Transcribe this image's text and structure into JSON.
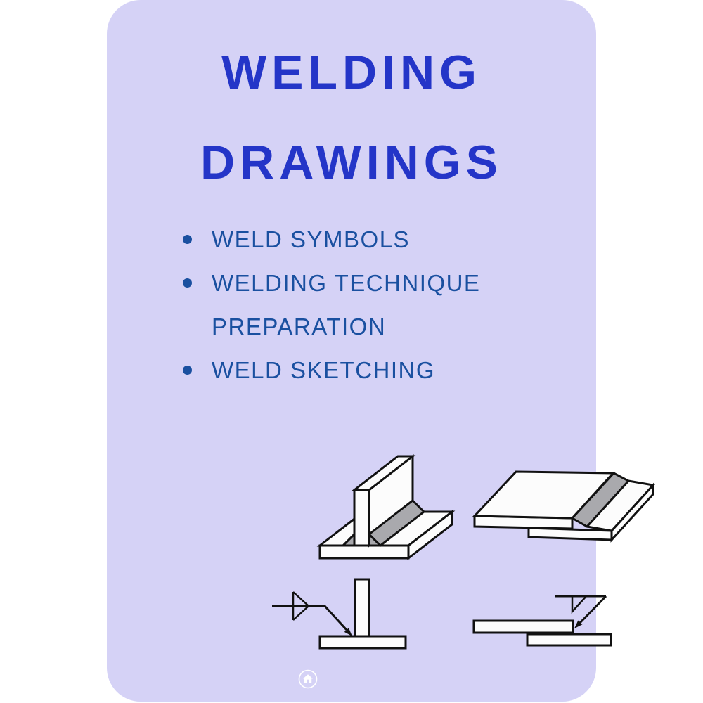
{
  "card": {
    "background": "#d5d2f6",
    "title": {
      "line1": "WELDING",
      "line2": "DRAWINGS",
      "color": "#2435c8"
    },
    "bullets": {
      "color": "#1a50a0",
      "items": [
        "WELD SYMBOLS",
        "WELDING TECHNIQUE PREPARATION",
        "WELD SKETCHING"
      ]
    },
    "illustrations": [
      {
        "name": "t-joint-fillet-weld-isometric"
      },
      {
        "name": "lap-joint-weld-isometric"
      },
      {
        "name": "t-joint-weld-symbol-front-view"
      },
      {
        "name": "lap-joint-weld-symbol-side-view"
      }
    ],
    "footer": {
      "home_icon": "home-icon"
    }
  },
  "drawing_colors": {
    "outline": "#111111",
    "surface": "#fcfcfc",
    "weld_fill": "#a9a9ad"
  }
}
